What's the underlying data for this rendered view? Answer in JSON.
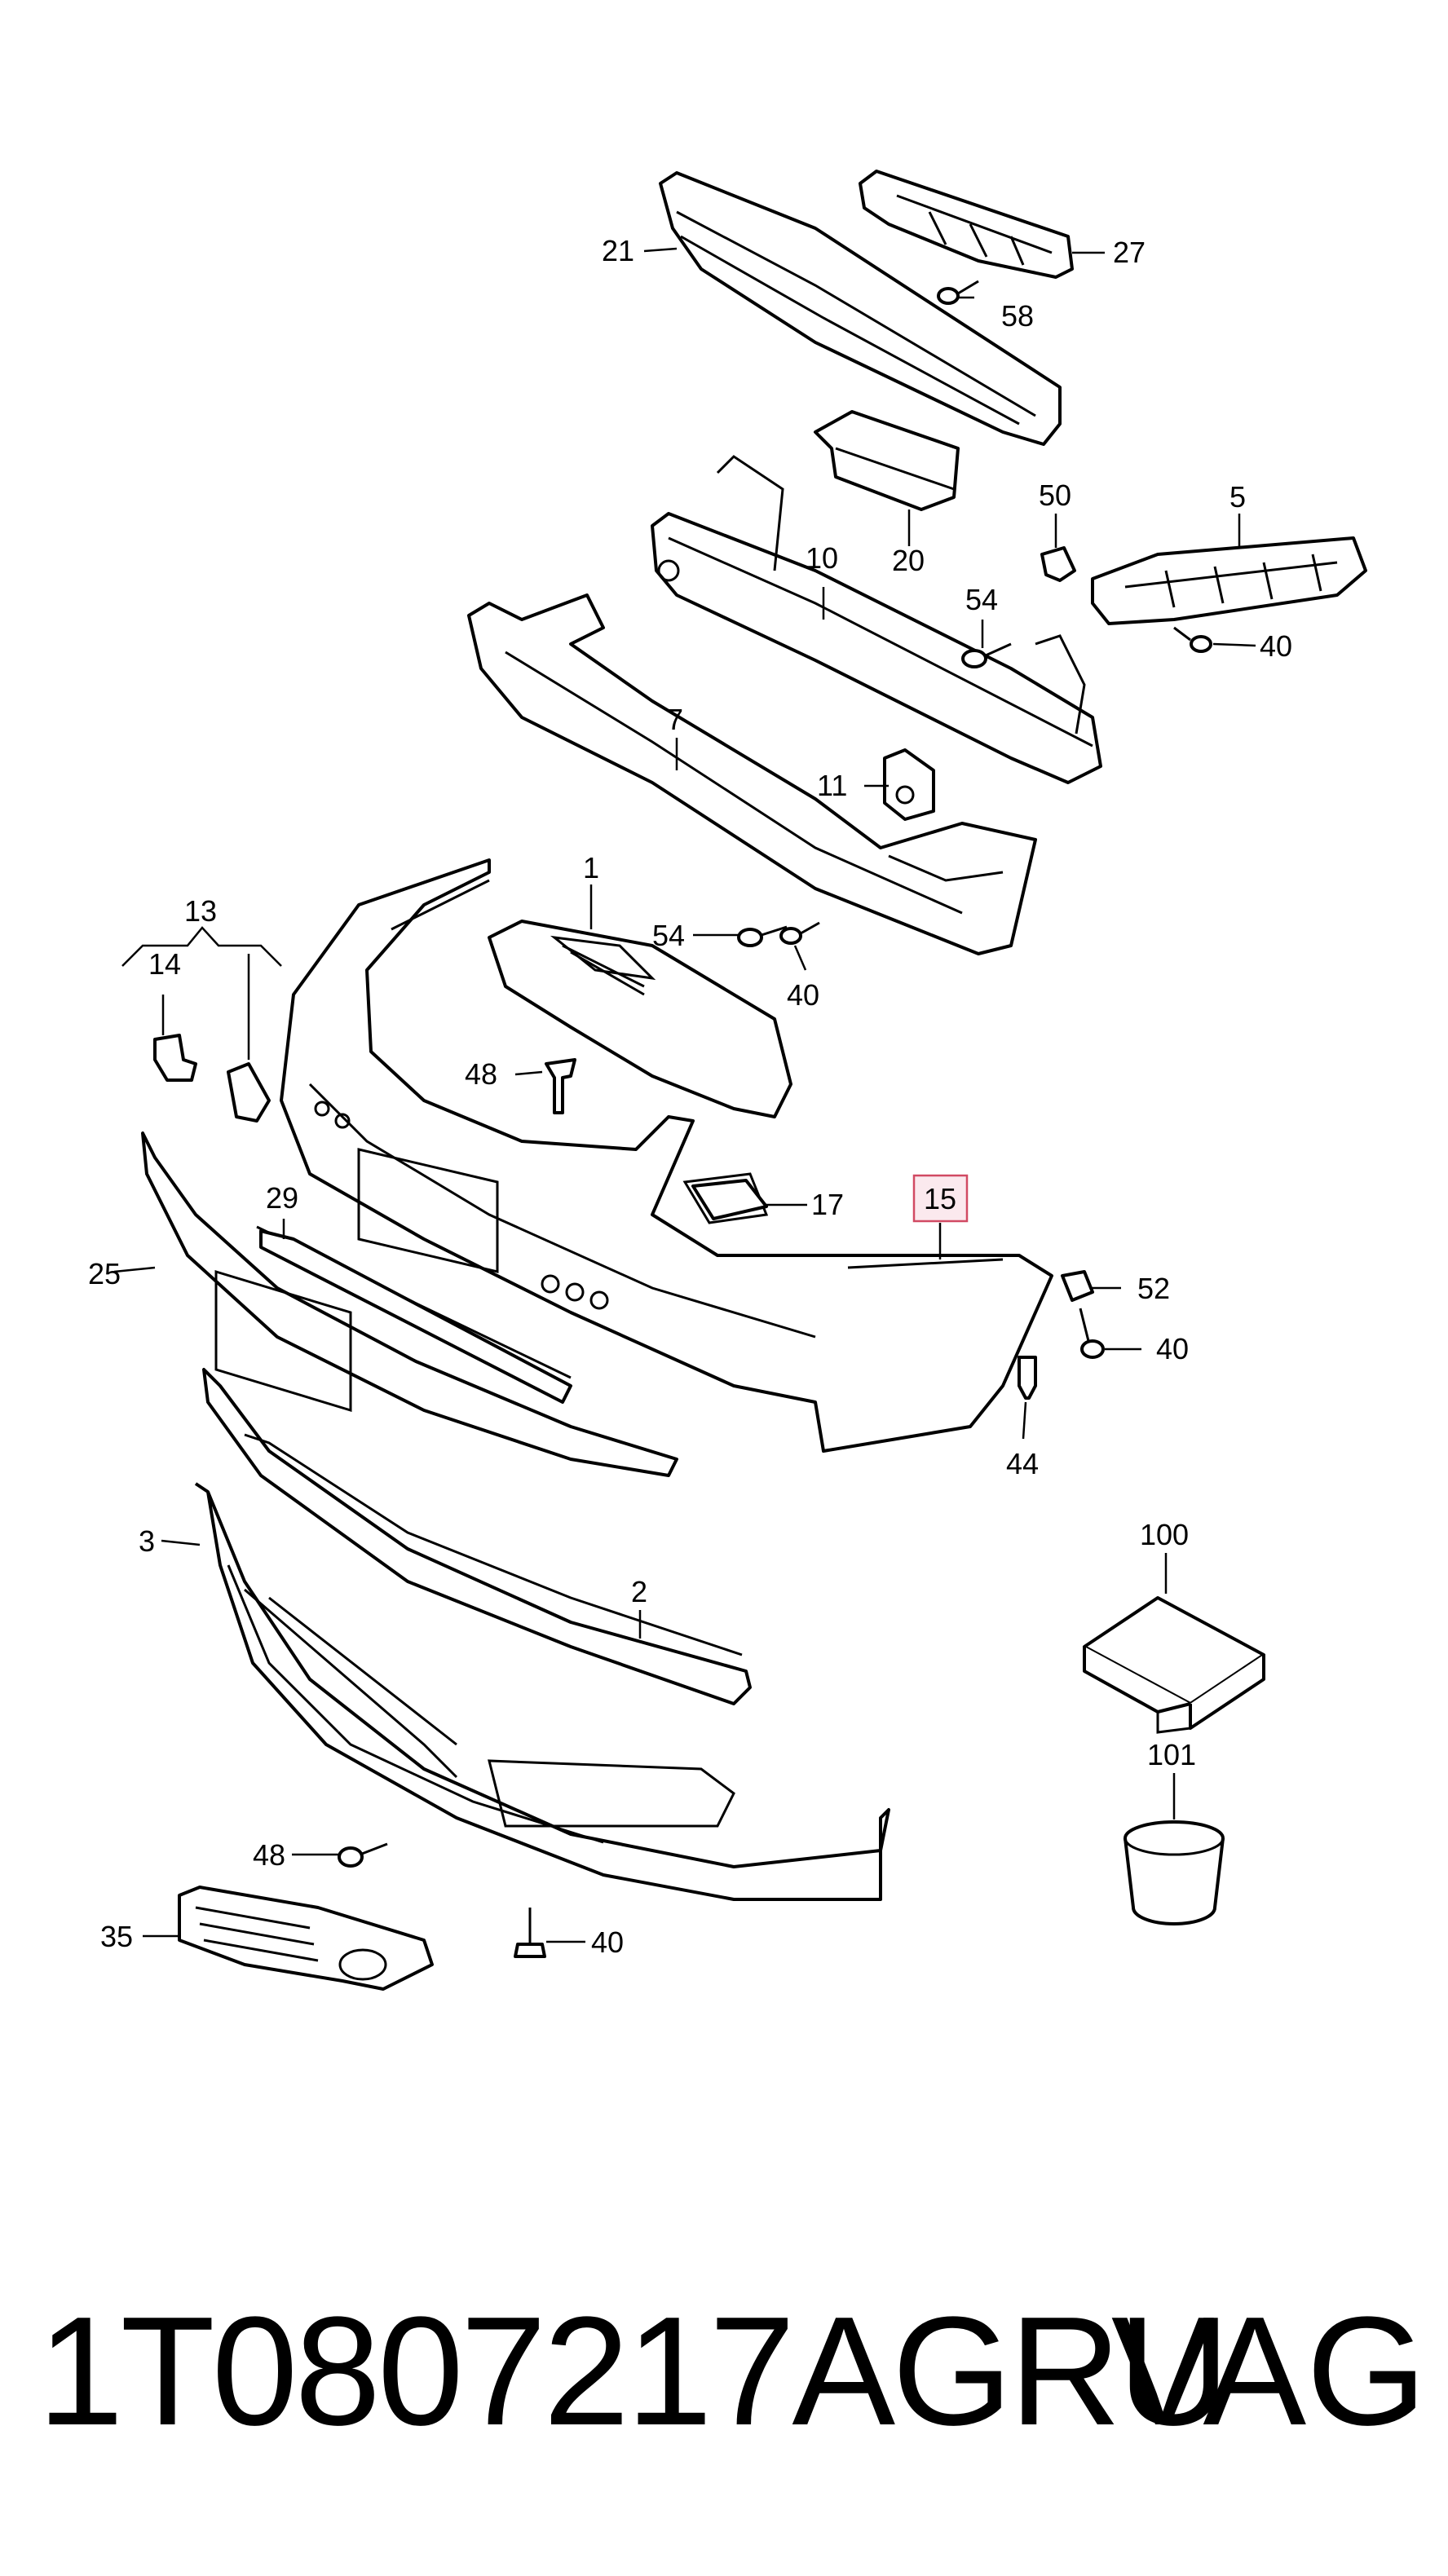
{
  "diagram": {
    "callouts": {
      "c1": "1",
      "c2": "2",
      "c3": "3",
      "c5": "5",
      "c7": "7",
      "c10": "10",
      "c11": "11",
      "c13": "13",
      "c14": "14",
      "c15": "15",
      "c17": "17",
      "c20": "20",
      "c21": "21",
      "c25": "25",
      "c27": "27",
      "c29": "29",
      "c35": "35",
      "c44": "44",
      "c48a": "48",
      "c48b": "48",
      "c50": "50",
      "c52": "52",
      "c54a": "54",
      "c54b": "54",
      "c58": "58",
      "c40a": "40",
      "c40b": "40",
      "c40c": "40",
      "c40d": "40",
      "c100": "100",
      "c101": "101"
    },
    "highlighted_callout": "15",
    "highlight_color": "#d14a63"
  },
  "footer": {
    "part_number": "1T0807217AGRU",
    "brand": "VAG"
  }
}
